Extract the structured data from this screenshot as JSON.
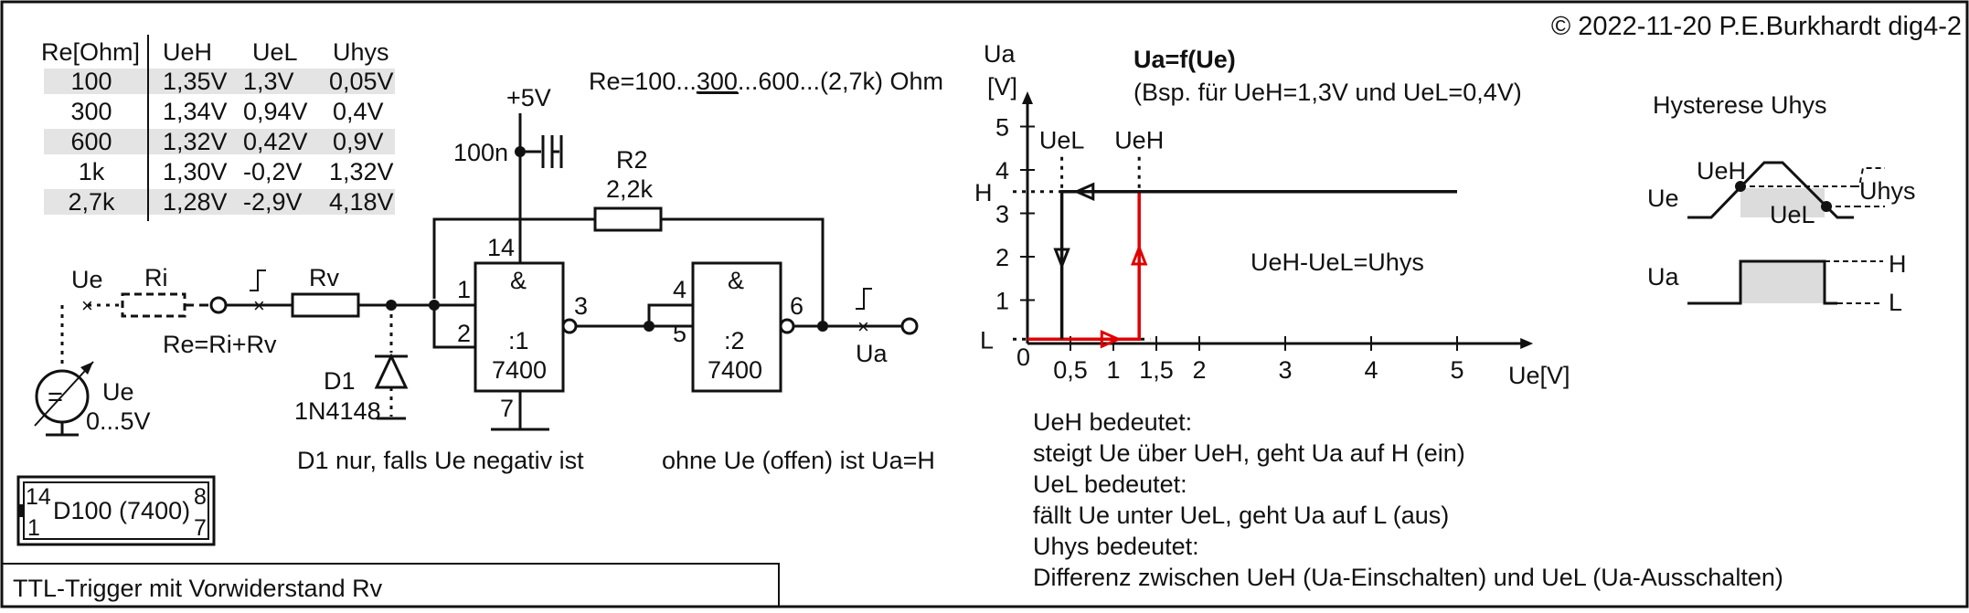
{
  "copyright": "© 2022-11-20 P.E.Burkhardt dig4-2",
  "footer_title": "TTL-Trigger mit Vorwiderstand Rv",
  "table": {
    "headers": [
      "Re[Ohm]",
      "UeH",
      "UeL",
      "Uhys"
    ],
    "rows": [
      [
        "100",
        "1,35V",
        "1,3V",
        "0,05V"
      ],
      [
        "300",
        "1,34V",
        "0,94V",
        "0,4V"
      ],
      [
        "600",
        "1,32V",
        "0,42V",
        "0,9V"
      ],
      [
        "1k",
        "1,30V",
        "-0,2V",
        "1,32V"
      ],
      [
        "2,7k",
        "1,28V",
        "-2,9V",
        "4,18V"
      ]
    ]
  },
  "circuit": {
    "re_range_pre": "Re=100...",
    "re_range_underlined": "300",
    "re_range_post": "...600...(2,7k) Ohm",
    "vcc": "+5V",
    "cap": "100n",
    "r2_name": "R2",
    "r2_value": "2,2k",
    "ue_label": "Ue",
    "ri_label": "Ri",
    "rv_label": "Rv",
    "re_formula": "Re=Ri+Rv",
    "source_label": "Ue",
    "source_range": "0...5V",
    "d1_name": "D1",
    "d1_type": "1N4148",
    "d1_note": "D1 nur, falls Ue negativ ist",
    "gate1_symbol": "&",
    "gate1_number": ":1",
    "gate1_type": "7400",
    "gate2_symbol": "&",
    "gate2_number": ":2",
    "gate2_type": "7400",
    "pin_14": "14",
    "pin_1": "1",
    "pin_2": "2",
    "pin_3": "3",
    "pin_4": "4",
    "pin_5": "5",
    "pin_6": "6",
    "pin_7": "7",
    "ua_label": "Ua",
    "open_note": "ohne Ue (offen) ist Ua=H",
    "ic_name": "D100 (7400)",
    "ic_pin_14": "14",
    "ic_pin_1": "1",
    "ic_pin_8": "8",
    "ic_pin_7": "7"
  },
  "chart_data": {
    "type": "line",
    "title": "Ua=f(Ue)",
    "subtitle": "(Bsp. für UeH=1,3V und UeL=0,4V)",
    "ylabel": "Ua",
    "ylabel_unit": "[V]",
    "xlabel": "Ue[V]",
    "x_ticks": [
      0.5,
      1,
      1.5,
      2,
      3,
      4,
      5
    ],
    "x_tick_labels": [
      "0,5",
      "1",
      "1,5",
      "2",
      "3",
      "4",
      "5"
    ],
    "y_ticks": [
      1,
      2,
      3,
      4,
      5
    ],
    "y_tick_labels": [
      "1",
      "2",
      "3",
      "4",
      "5"
    ],
    "origin_label": "0",
    "xlim": [
      0,
      5.8
    ],
    "ylim": [
      0,
      5.6
    ],
    "level_high": 3.5,
    "level_low": 0.1,
    "level_high_label": "H",
    "level_low_label": "L",
    "ueL": 0.4,
    "ueH": 1.3,
    "ueL_label": "UeL",
    "ueH_label": "UeH",
    "annotation": "UeH-UeL=Uhys",
    "series": [
      {
        "x": [
          0,
          1.3,
          1.3
        ],
        "y": [
          0.1,
          0.1,
          3.5
        ],
        "color": "#e00000"
      },
      {
        "x": [
          5,
          0.4,
          0.4
        ],
        "y": [
          3.5,
          3.5,
          0.1
        ],
        "color": "#111111"
      }
    ]
  },
  "hysteresis": {
    "title": "Hysterese Uhys",
    "ue_label": "Ue",
    "ua_label": "Ua",
    "ueh_label": "UeH",
    "uel_label": "UeL",
    "uhys_label": "Uhys",
    "h_label": "H",
    "l_label": "L"
  },
  "explanation": [
    "UeH bedeutet:",
    "steigt Ue über UeH, geht Ua auf H (ein)",
    "UeL bedeutet:",
    "fällt Ue unter UeL, geht Ua auf L (aus)",
    "Uhys bedeutet:",
    "Differenz zwischen UeH (Ua-Einschalten) und UeL (Ua-Ausschalten)"
  ]
}
